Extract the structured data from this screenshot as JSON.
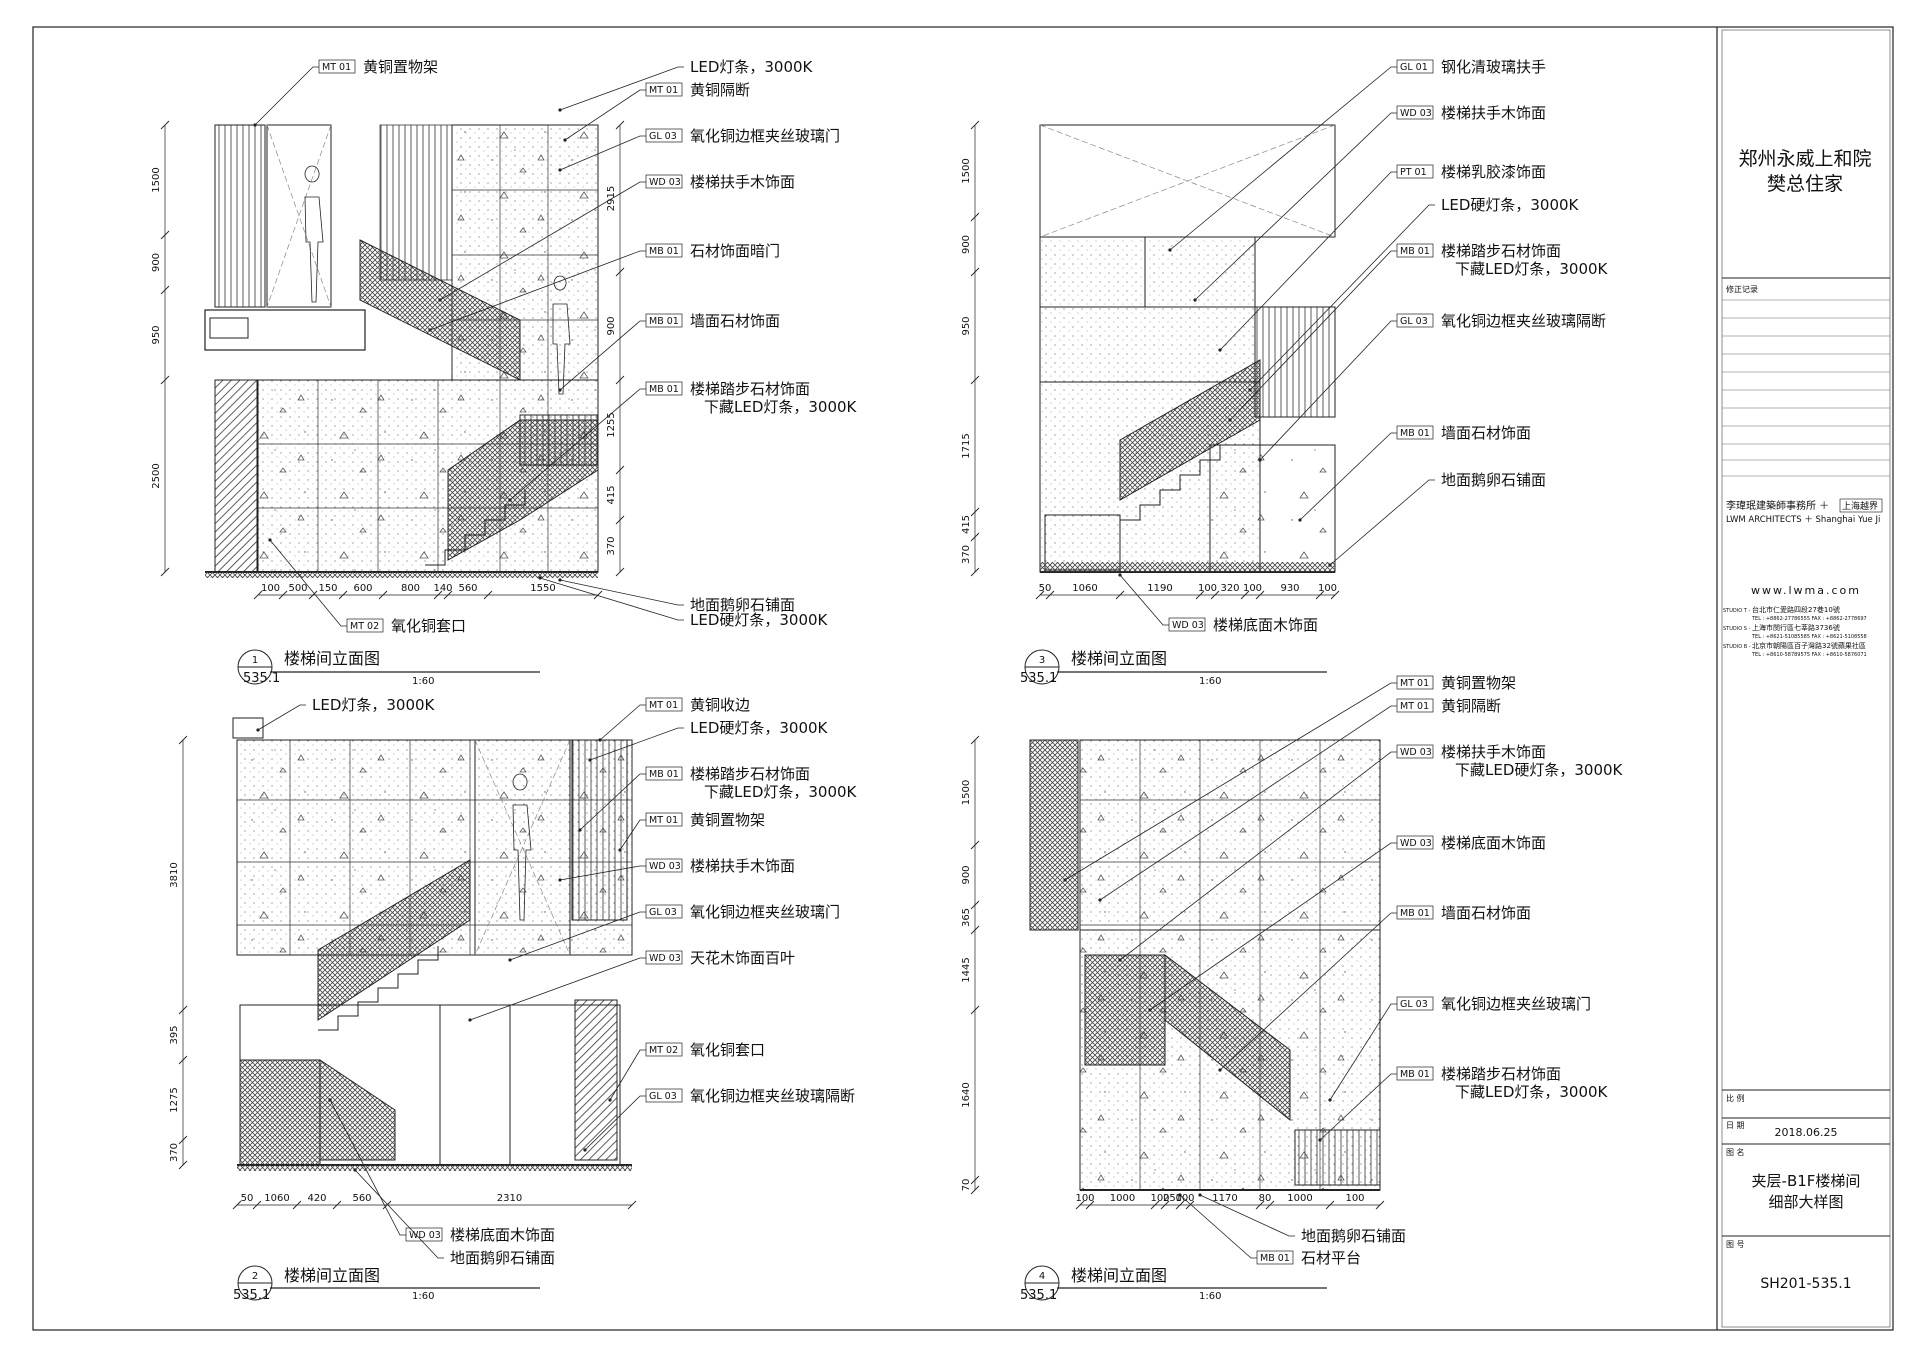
{
  "project": {
    "line1": "郑州永威上和院",
    "line2": "樊总住家"
  },
  "revision_label": "修正记录",
  "firm": {
    "cn": "李瑋珉建築師事務所 ＋",
    "partner_cn": "上海越界",
    "en": "LWM ARCHITECTS ＋ Shanghai Yue Ji",
    "web": "www.lwma.com"
  },
  "studios": [
    {
      "tag": "STUDIO T -",
      "addr": "台北市仁愛路四段27巷10號",
      "tel": "TEL : +8862-27786555  FAX : +8862-2778697"
    },
    {
      "tag": "STUDIO S -",
      "addr": "上海市閔行區七莘路3736號",
      "tel": "TEL : +8621-51085585  FAX : +8621-5108558"
    },
    {
      "tag": "STUDIO B -",
      "addr": "北京市朝陽區百子灣路32號蘋果社區",
      "tel": "TEL : +8610-58789575  FAX : +8610-5876071"
    }
  ],
  "scale_label": "比 例",
  "date_label": "日 期",
  "date": "2018.06.25",
  "drawing_name_label": "图 名",
  "drawing_name": {
    "line1": "夹层-B1F楼梯间",
    "line2": "细部大样图"
  },
  "drawing_no_label": "图 号",
  "drawing_no": "SH201-535.1",
  "views": [
    {
      "num": "1",
      "sheet": "535.1",
      "title": "楼梯间立面图",
      "scale": "1:60"
    },
    {
      "num": "2",
      "sheet": "535.1",
      "title": "楼梯间立面图",
      "scale": "1:60"
    },
    {
      "num": "3",
      "sheet": "535.1",
      "title": "楼梯间立面图",
      "scale": "1:60"
    },
    {
      "num": "4",
      "sheet": "535.1",
      "title": "楼梯间立面图",
      "scale": "1:60"
    }
  ],
  "callouts": {
    "v1": [
      {
        "tag": "MT 01",
        "text": "黄铜置物架"
      },
      {
        "tag": "",
        "text": "LED灯条，3000K"
      },
      {
        "tag": "MT 01",
        "text": "黄铜隔断"
      },
      {
        "tag": "GL 03",
        "text": "氧化铜边框夹丝玻璃门"
      },
      {
        "tag": "WD 03",
        "text": "楼梯扶手木饰面"
      },
      {
        "tag": "MB 01",
        "text": "石材饰面暗门"
      },
      {
        "tag": "MB 01",
        "text": "墙面石材饰面"
      },
      {
        "tag": "MB 01",
        "text": "楼梯踏步石材饰面",
        "text2": "下藏LED灯条，3000K"
      },
      {
        "tag": "",
        "text": "地面鹅卵石铺面"
      },
      {
        "tag": "",
        "text": "LED硬灯条，3000K"
      },
      {
        "tag": "MT 02",
        "text": "氧化铜套口"
      }
    ],
    "v2": [
      {
        "tag": "",
        "text": "LED灯条，3000K"
      },
      {
        "tag": "MT 01",
        "text": "黄铜收边"
      },
      {
        "tag": "",
        "text": "LED硬灯条，3000K"
      },
      {
        "tag": "MB 01",
        "text": "楼梯踏步石材饰面",
        "text2": "下藏LED灯条，3000K"
      },
      {
        "tag": "MT 01",
        "text": "黄铜置物架"
      },
      {
        "tag": "WD 03",
        "text": "楼梯扶手木饰面"
      },
      {
        "tag": "GL 03",
        "text": "氧化铜边框夹丝玻璃门"
      },
      {
        "tag": "WD 03",
        "text": "天花木饰面百叶"
      },
      {
        "tag": "MT 02",
        "text": "氧化铜套口"
      },
      {
        "tag": "GL 03",
        "text": "氧化铜边框夹丝玻璃隔断"
      },
      {
        "tag": "WD 03",
        "text": "楼梯底面木饰面"
      },
      {
        "tag": "",
        "text": "地面鹅卵石铺面"
      }
    ],
    "v3": [
      {
        "tag": "GL 01",
        "text": "钢化清玻璃扶手"
      },
      {
        "tag": "WD 03",
        "text": "楼梯扶手木饰面"
      },
      {
        "tag": "PT 01",
        "text": "楼梯乳胶漆饰面"
      },
      {
        "tag": "",
        "text": "LED硬灯条，3000K"
      },
      {
        "tag": "MB 01",
        "text": "楼梯踏步石材饰面",
        "text2": "下藏LED灯条，3000K"
      },
      {
        "tag": "GL 03",
        "text": "氧化铜边框夹丝玻璃隔断"
      },
      {
        "tag": "MB 01",
        "text": "墙面石材饰面"
      },
      {
        "tag": "",
        "text": "地面鹅卵石铺面"
      },
      {
        "tag": "WD 03",
        "text": "楼梯底面木饰面"
      }
    ],
    "v4": [
      {
        "tag": "MT 01",
        "text": "黄铜置物架"
      },
      {
        "tag": "MT 01",
        "text": "黄铜隔断"
      },
      {
        "tag": "WD 03",
        "text": "楼梯扶手木饰面",
        "text2": "下藏LED硬灯条，3000K"
      },
      {
        "tag": "WD 03",
        "text": "楼梯底面木饰面"
      },
      {
        "tag": "MB 01",
        "text": "墙面石材饰面"
      },
      {
        "tag": "GL 03",
        "text": "氧化铜边框夹丝玻璃门"
      },
      {
        "tag": "MB 01",
        "text": "楼梯踏步石材饰面",
        "text2": "下藏LED灯条，3000K"
      },
      {
        "tag": "",
        "text": "地面鹅卵石铺面"
      },
      {
        "tag": "MB 01",
        "text": "石材平台"
      }
    ]
  },
  "dims": {
    "v1": {
      "vert": [
        "1500",
        "900",
        "950",
        "2500"
      ],
      "vert_r": [
        "2915",
        "900",
        "1255",
        "415",
        "370"
      ],
      "horiz": [
        "100",
        "500",
        "150",
        "600",
        "800",
        "140",
        "560",
        "1550"
      ]
    },
    "v2": {
      "vert": [
        "3810",
        "395",
        "1275",
        "370"
      ],
      "horiz": [
        "50",
        "1060",
        "420",
        "560",
        "2310"
      ]
    },
    "v3": {
      "vert": [
        "1500",
        "900",
        "950",
        "1715",
        "415",
        "370"
      ],
      "horiz": [
        "50",
        "1060",
        "1190",
        "100",
        "320",
        "100",
        "930",
        "100"
      ]
    },
    "v4": {
      "vert": [
        "1500",
        "900",
        "365",
        "1445",
        "1640",
        "70"
      ],
      "horiz": [
        "100",
        "1000",
        "100",
        "250",
        "100",
        "1170",
        "80",
        "1000",
        "100"
      ]
    }
  }
}
